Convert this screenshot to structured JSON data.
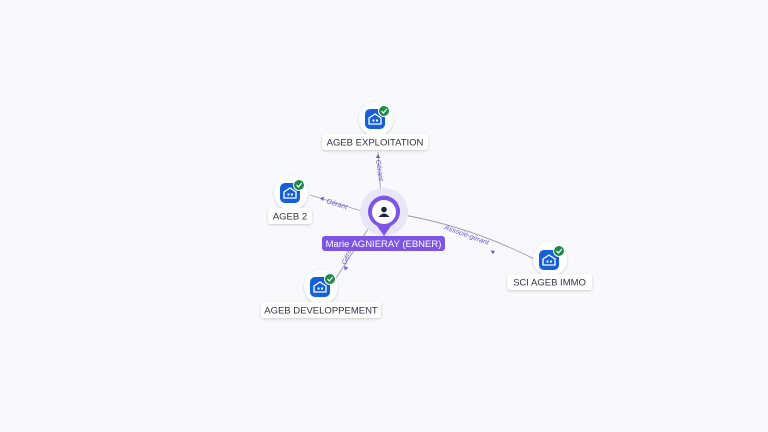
{
  "center": {
    "name": "Marie AGNIERAY (EBNER)",
    "icon": "person-icon",
    "color": "#7c55e6"
  },
  "companies": [
    {
      "id": "ageb-exploitation",
      "name": "AGEB EXPLOITATION",
      "relation": "Gérant"
    },
    {
      "id": "ageb-2",
      "name": "AGEB 2",
      "relation": "Gérant"
    },
    {
      "id": "ageb-developpement",
      "name": "AGEB DEVELOPPEMENT",
      "relation": "Gérant"
    },
    {
      "id": "sci-ageb-immo",
      "name": "SCI AGEB IMMO",
      "relation": "Associé-gérant"
    }
  ],
  "colors": {
    "company_icon": "#1560d8",
    "status_check": "#1f8a4c",
    "edge": "#9aa0ad",
    "edge_label": "#6b5bd6",
    "background": "#f8f9fc"
  },
  "icons": {
    "company": "building-icon",
    "status": "check-badge-icon"
  }
}
